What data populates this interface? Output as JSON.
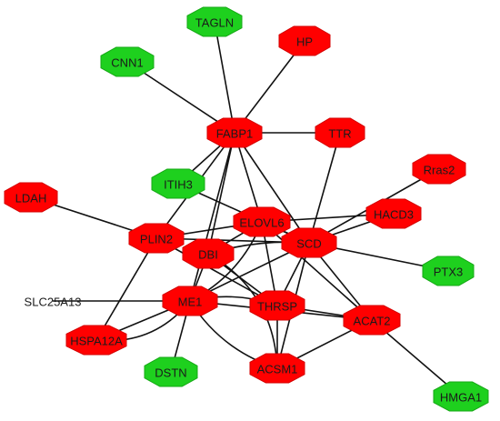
{
  "colors": {
    "down": "#ff0000",
    "down_border": "#d40000",
    "up": "#1ed01e",
    "up_border": "#16a816",
    "edge": "#111111"
  },
  "nodes": [
    {
      "id": "TAGLN",
      "label": "TAGLN",
      "group": "up"
    },
    {
      "id": "HP",
      "label": "HP",
      "group": "down"
    },
    {
      "id": "CNN1",
      "label": "CNN1",
      "group": "up"
    },
    {
      "id": "FABP1",
      "label": "FABP1",
      "group": "down"
    },
    {
      "id": "TTR",
      "label": "TTR",
      "group": "down"
    },
    {
      "id": "Rras2",
      "label": "Rras2",
      "group": "down"
    },
    {
      "id": "ITIH3",
      "label": "ITIH3",
      "group": "up"
    },
    {
      "id": "LDAH",
      "label": "LDAH",
      "group": "down"
    },
    {
      "id": "HACD3",
      "label": "HACD3",
      "group": "down"
    },
    {
      "id": "ELOVL6",
      "label": "ELOVL6",
      "group": "down"
    },
    {
      "id": "PLIN2",
      "label": "PLIN2",
      "group": "down"
    },
    {
      "id": "DBI",
      "label": "DBI",
      "group": "down"
    },
    {
      "id": "SCD",
      "label": "SCD",
      "group": "down"
    },
    {
      "id": "PTX3",
      "label": "PTX3",
      "group": "up"
    },
    {
      "id": "SLC25A13",
      "label": "SLC25A13",
      "group": "down"
    },
    {
      "id": "ME1",
      "label": "ME1",
      "group": "down"
    },
    {
      "id": "THRSP",
      "label": "THRSP",
      "group": "down"
    },
    {
      "id": "ACAT2",
      "label": "ACAT2",
      "group": "down"
    },
    {
      "id": "HSPA12A",
      "label": "HSPA12A",
      "group": "down"
    },
    {
      "id": "DSTN",
      "label": "DSTN",
      "group": "up"
    },
    {
      "id": "ACSM1",
      "label": "ACSM1",
      "group": "down"
    },
    {
      "id": "HMGA1",
      "label": "HMGA1",
      "group": "up"
    }
  ],
  "edges": [
    {
      "source": "TAGLN",
      "target": "FABP1"
    },
    {
      "source": "HP",
      "target": "FABP1"
    },
    {
      "source": "CNN1",
      "target": "FABP1"
    },
    {
      "source": "FABP1",
      "target": "TTR"
    },
    {
      "source": "FABP1",
      "target": "ITIH3"
    },
    {
      "source": "FABP1",
      "target": "PLIN2"
    },
    {
      "source": "FABP1",
      "target": "ELOVL6"
    },
    {
      "source": "FABP1",
      "target": "DBI"
    },
    {
      "source": "FABP1",
      "target": "SCD"
    },
    {
      "source": "FABP1",
      "target": "ME1"
    },
    {
      "source": "TTR",
      "target": "SCD"
    },
    {
      "source": "Rras2",
      "target": "SCD"
    },
    {
      "source": "ITIH3",
      "target": "SCD"
    },
    {
      "source": "LDAH",
      "target": "PLIN2"
    },
    {
      "source": "PLIN2",
      "target": "ELOVL6"
    },
    {
      "source": "PLIN2",
      "target": "SCD"
    },
    {
      "source": "PLIN2",
      "target": "HSPA12A"
    },
    {
      "source": "PLIN2",
      "target": "THRSP"
    },
    {
      "source": "HACD3",
      "target": "SCD"
    },
    {
      "source": "HACD3",
      "target": "ELOVL6"
    },
    {
      "source": "ELOVL6",
      "target": "SCD"
    },
    {
      "source": "ELOVL6",
      "target": "DBI"
    },
    {
      "source": "ELOVL6",
      "target": "ME1"
    },
    {
      "source": "ELOVL6",
      "target": "THRSP"
    },
    {
      "source": "ELOVL6",
      "target": "ACAT2"
    },
    {
      "source": "DBI",
      "target": "SCD"
    },
    {
      "source": "DBI",
      "target": "ME1"
    },
    {
      "source": "DBI",
      "target": "ACSM1"
    },
    {
      "source": "DBI",
      "target": "THRSP"
    },
    {
      "source": "SCD",
      "target": "PTX3"
    },
    {
      "source": "SCD",
      "target": "ME1"
    },
    {
      "source": "SCD",
      "target": "THRSP"
    },
    {
      "source": "SCD",
      "target": "ACAT2"
    },
    {
      "source": "SCD",
      "target": "ACSM1"
    },
    {
      "source": "SLC25A13",
      "target": "ME1"
    },
    {
      "source": "ME1",
      "target": "THRSP"
    },
    {
      "source": "ME1",
      "target": "ACSM1"
    },
    {
      "source": "ME1",
      "target": "DSTN"
    },
    {
      "source": "ME1",
      "target": "HSPA12A"
    },
    {
      "source": "ME1",
      "target": "ACAT2"
    },
    {
      "source": "THRSP",
      "target": "ACAT2"
    },
    {
      "source": "THRSP",
      "target": "ACSM1"
    },
    {
      "source": "ACAT2",
      "target": "ACSM1"
    },
    {
      "source": "ACAT2",
      "target": "HMGA1"
    },
    {
      "source": "HSPA12A",
      "target": "ME1"
    }
  ]
}
